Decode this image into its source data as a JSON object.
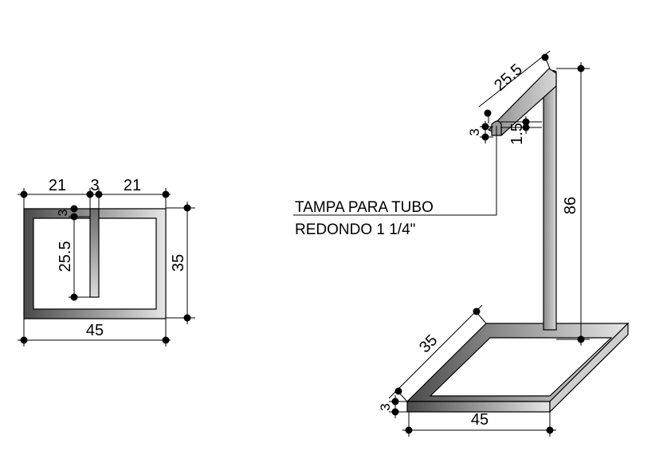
{
  "top_view": {
    "dims": {
      "left": "21",
      "middle": "3",
      "right": "21",
      "total_width": "45",
      "height": "35",
      "bar_length": "25.5",
      "bar_gap": "3"
    }
  },
  "iso_view": {
    "dims": {
      "arm_length": "25.5",
      "cap_small": "3",
      "cap_length": "1.5",
      "height": "86",
      "depth": "35",
      "width": "45",
      "base_thickness": "3"
    },
    "note": {
      "line1": "TAMPA PARA TUBO",
      "line2": "REDONDO 1 1/4\""
    }
  },
  "colors": {
    "line": "#000000",
    "tube_dark": "#4a4a4a",
    "tube_light": "#e6e6e6"
  }
}
